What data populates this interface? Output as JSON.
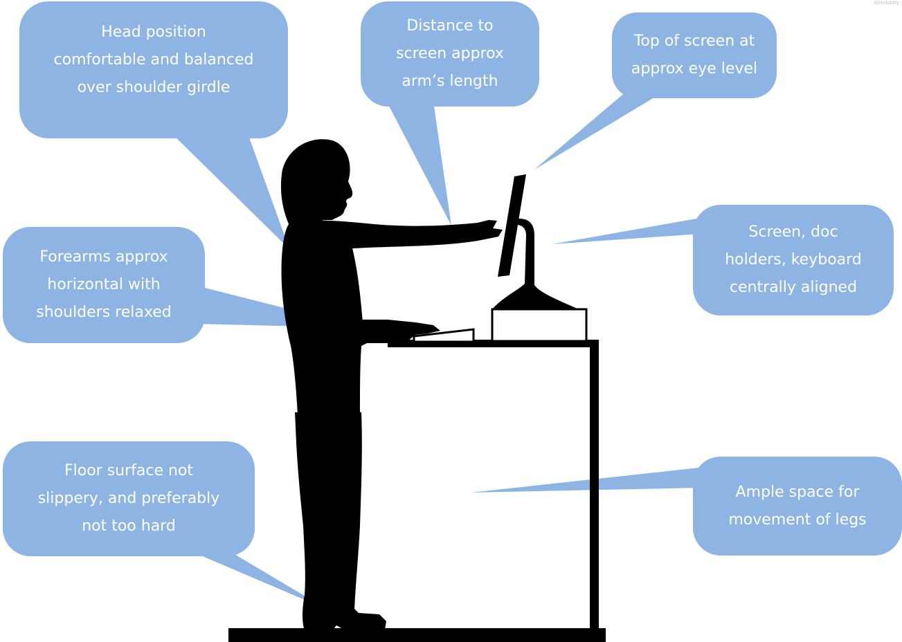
{
  "colors": {
    "callout_fill": "#8EB4E3",
    "callout_text": "#FFFFFF",
    "silhouette": "#000000",
    "background": "#FFFFFF"
  },
  "callouts": {
    "head": "Head position\ncomfortable and balanced\nover shoulder girdle",
    "distance": "Distance to\nscreen approx\narm’s length",
    "top_screen": "Top of screen at\napprox eye level",
    "alignment": "Screen, doc\nholders, keyboard\ncentrally aligned",
    "forearms": "Forearms approx\nhorizontal with\nshoulders relaxed",
    "floor": "Floor surface not\nslippery, and preferably\nnot too hard",
    "legs": "Ample space for\nmovement of legs"
  },
  "watermark": "Absolutely"
}
